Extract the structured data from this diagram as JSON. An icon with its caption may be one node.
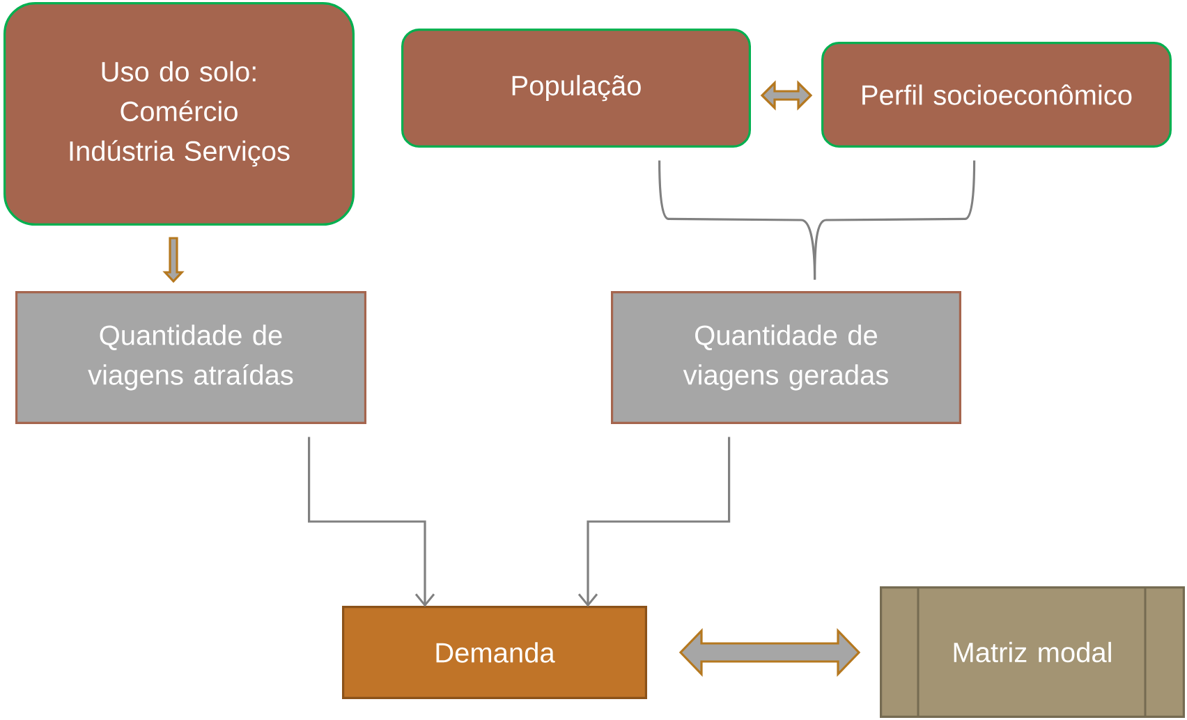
{
  "diagram": {
    "nodes": [
      {
        "text": [
          "Uso do solo:",
          "Comércio Indústria Serviços"
        ]
      },
      {
        "text": [
          "População"
        ]
      },
      {
        "text": [
          "Perfil socioeconômico"
        ]
      },
      {
        "text": [
          "Quantidade de viagens atraídas"
        ]
      },
      {
        "text": [
          "Quantidade de viagens geradas"
        ]
      },
      {
        "text": [
          "Demanda"
        ]
      },
      {
        "text": [
          "Matriz modal"
        ]
      }
    ],
    "edges": [
      {
        "from": 0,
        "to": 3,
        "arrow": "to",
        "style": "thick",
        "color": "#b5781f"
      },
      {
        "from": 1,
        "to": 2,
        "arrow": "both",
        "style": "thick",
        "color": "#b5781f"
      },
      {
        "from": 1,
        "to": 4,
        "arrow": "none"
      },
      {
        "from": 2,
        "to": 4,
        "arrow": "none"
      },
      {
        "from": 3,
        "to": 5,
        "arrow": "to"
      },
      {
        "from": 4,
        "to": 5,
        "arrow": "to"
      },
      {
        "from": 5,
        "to": 6,
        "arrow": "both",
        "style": "thick",
        "color": "#b5781f"
      }
    ]
  }
}
